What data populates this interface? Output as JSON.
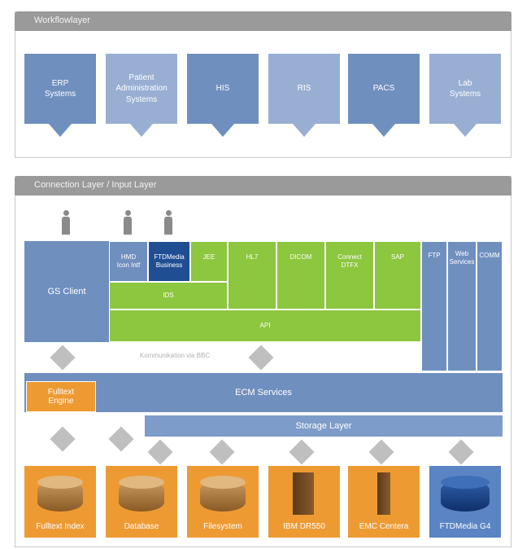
{
  "workflow_layer": {
    "title": "Workflowlayer",
    "sources": [
      {
        "label": "ERP\nSystems",
        "tone": "blue"
      },
      {
        "label": "Patient\nAdministration\nSystems",
        "tone": "lblue"
      },
      {
        "label": "HIS",
        "tone": "blue"
      },
      {
        "label": "RIS",
        "tone": "lblue"
      },
      {
        "label": "PACS",
        "tone": "blue"
      },
      {
        "label": "Lab\nSystems",
        "tone": "lblue"
      }
    ]
  },
  "connection_layer": {
    "title": "Connection Layer / Input Layer",
    "client": "GS Client",
    "hmd": "HMD\nIcon Intf",
    "media": "FTDMedia\nBusiness",
    "interfaces": [
      "JEE",
      "HL7",
      "DICOM",
      "Connect\nDTFX",
      "SAP"
    ],
    "ids": "IDS",
    "api": "API",
    "side": [
      "FTP",
      "Web\nServices",
      "COMM"
    ],
    "communication": "Kommunikation via BBC",
    "fulltext_engine": "Fulltext\nEngine",
    "ecm_services": "ECM Services",
    "storage_layer": "Storage Layer"
  },
  "storage_devices": [
    {
      "label": "Fulltext Index"
    },
    {
      "label": "Database"
    },
    {
      "label": "Filesystem"
    },
    {
      "label": "IBM DR550"
    },
    {
      "label": "EMC Centera"
    },
    {
      "label": "FTDMedia G4"
    }
  ],
  "colors": {
    "layer_bar": "#9a9a9a",
    "blue": "#6f8fbf",
    "light_blue": "#98afd3",
    "green": "#8dc63f",
    "orange": "#ee9a32",
    "dark_blue": "#1f4e93"
  }
}
